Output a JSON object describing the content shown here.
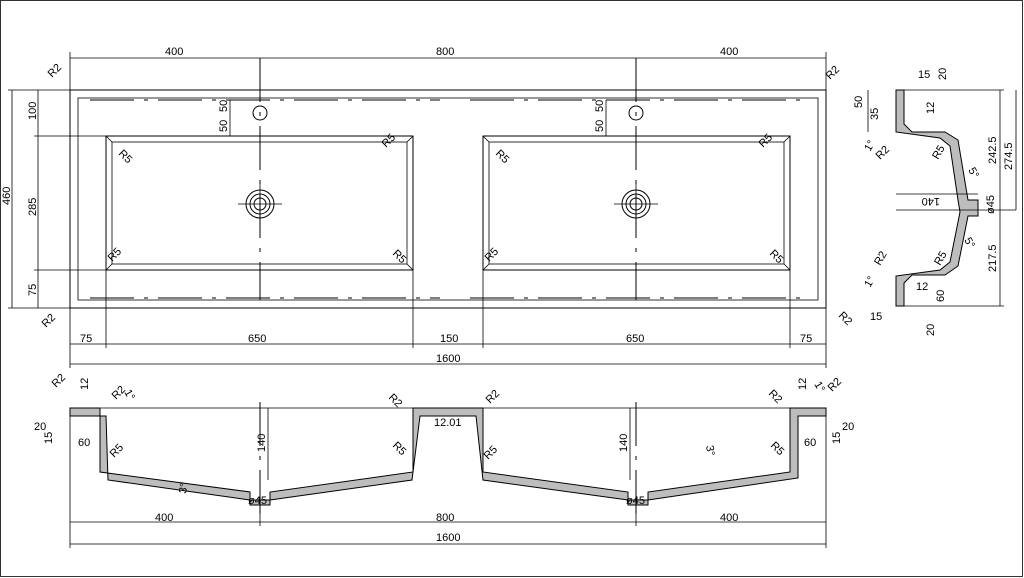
{
  "plan": {
    "top_dims": [
      "400",
      "800",
      "400"
    ],
    "left_dims": [
      "460",
      "100",
      "285",
      "75"
    ],
    "tap_dims": [
      "50",
      "50"
    ],
    "radius_outer": "R2",
    "radius_inner": "R5",
    "bottom_dims": [
      "75",
      "650",
      "150",
      "650",
      "75"
    ],
    "overall": "1600"
  },
  "side": {
    "dims": [
      "20",
      "15",
      "50",
      "35",
      "12",
      "1°",
      "R2",
      "R5",
      "5°",
      "242.5",
      "274.5",
      "140",
      "ø45",
      "R2",
      "1°",
      "R5",
      "5°",
      "217.5",
      "12",
      "60",
      "15",
      "20"
    ]
  },
  "section": {
    "left_edge": [
      "R2",
      "12",
      "1°",
      "R2",
      "20",
      "15",
      "60",
      "R5"
    ],
    "center": [
      "R2",
      "R2",
      "12.01",
      "R5",
      "R5"
    ],
    "right_edge": [
      "12",
      "1°",
      "R2",
      "R2",
      "R5",
      "60",
      "20",
      "15"
    ],
    "depth": "140",
    "drain": "ø45",
    "slope": "3°",
    "bottom_dims": [
      "400",
      "800",
      "400"
    ],
    "overall": "1600"
  }
}
